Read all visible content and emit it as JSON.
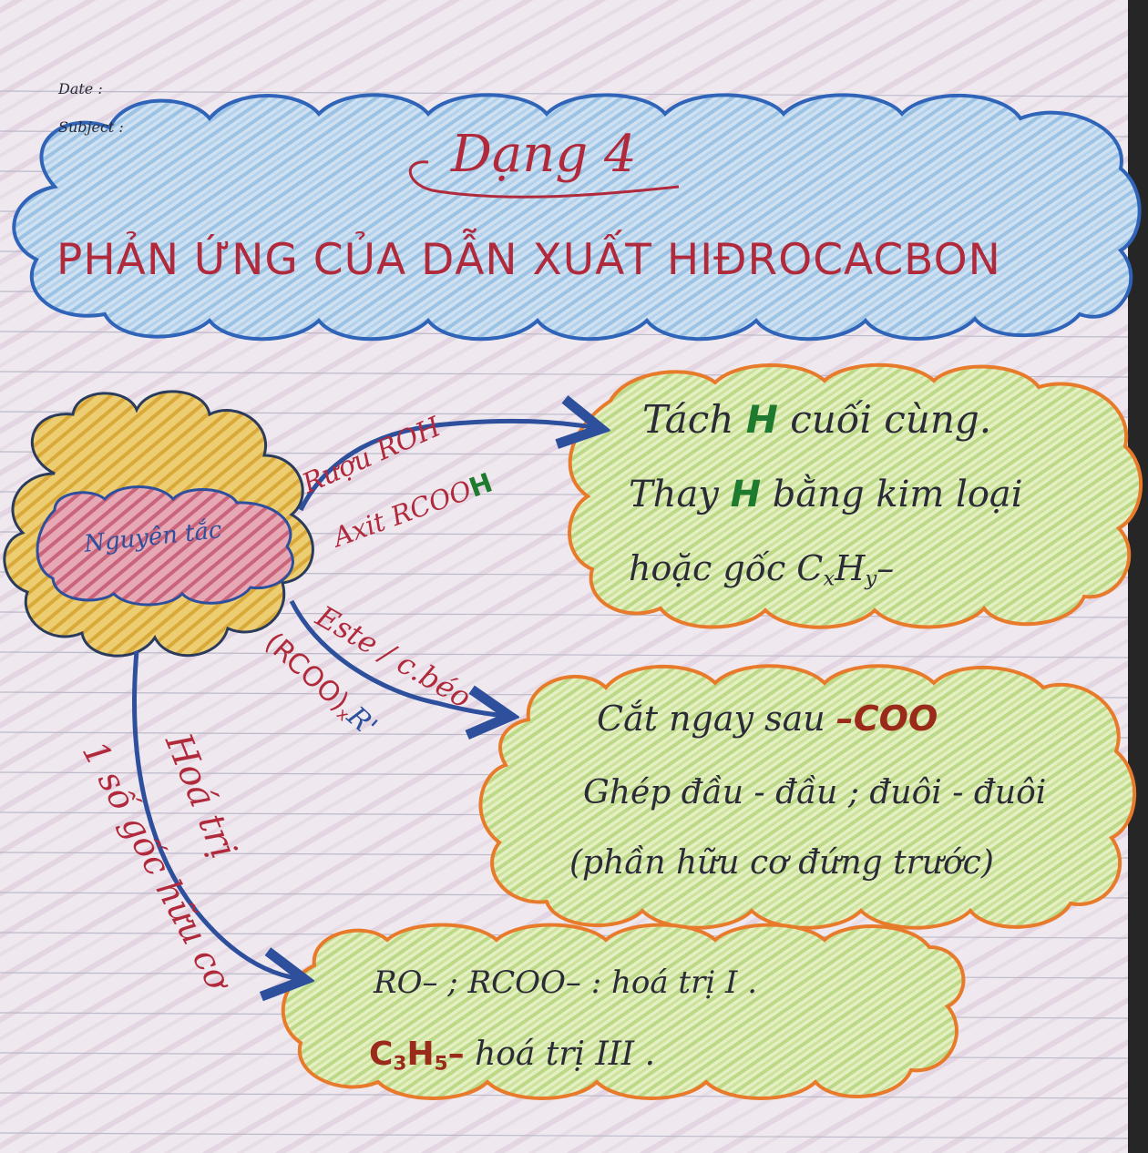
{
  "header": {
    "date_label": "Date :",
    "subject_label": "Subject :"
  },
  "title": {
    "dang": "Dạng 4",
    "heading": "PHẢN ỨNG CỦA DẪN XUẤT HIĐROCACBON"
  },
  "center": {
    "label": "Nguyên tắc"
  },
  "branches": {
    "ruou": "Rượu ROH",
    "axit_prefix": "Axit RCOO",
    "axit_h": "H",
    "este": "Este / c.béo",
    "este_formula": "(RCOO)",
    "este_sub": "x",
    "este_tail": "R'",
    "hoa_tri": "Hoá trị",
    "so_goc": "1 số gốc hữu cơ"
  },
  "box1": {
    "line1_pre": "Tách ",
    "line1_h": "H",
    "line1_post": " cuối cùng.",
    "line2_pre": "Thay ",
    "line2_h": "H",
    "line2_post": " bằng kim loại",
    "line3_pre": "hoặc gốc C",
    "line3_x": "x",
    "line3_mid": "H",
    "line3_y": "y",
    "line3_post": "–"
  },
  "box2": {
    "line1_pre": "Cắt ngay sau ",
    "line1_coo": "–COO",
    "line2": "Ghép đầu - đầu ; đuôi - đuôi",
    "line3": "(phần hữu cơ đứng trước)"
  },
  "box3": {
    "line1": "RO– ;   RCOO–  : hoá trị I .",
    "line2_c": "C",
    "line2_3": "3",
    "line2_h": "H",
    "line2_5": "5",
    "line2_dash": "–",
    "line2_post": " hoá trị III ."
  },
  "colors": {
    "blue_pen": "#2d4f9c",
    "red_pen": "#b02a3c",
    "orange_outline": "#e87a2c",
    "green_fill": "#cfe3a0",
    "blue_fill": "#bcd6ea",
    "yellow_fill": "#e9c35c",
    "pink_fill": "#d98a9a"
  }
}
